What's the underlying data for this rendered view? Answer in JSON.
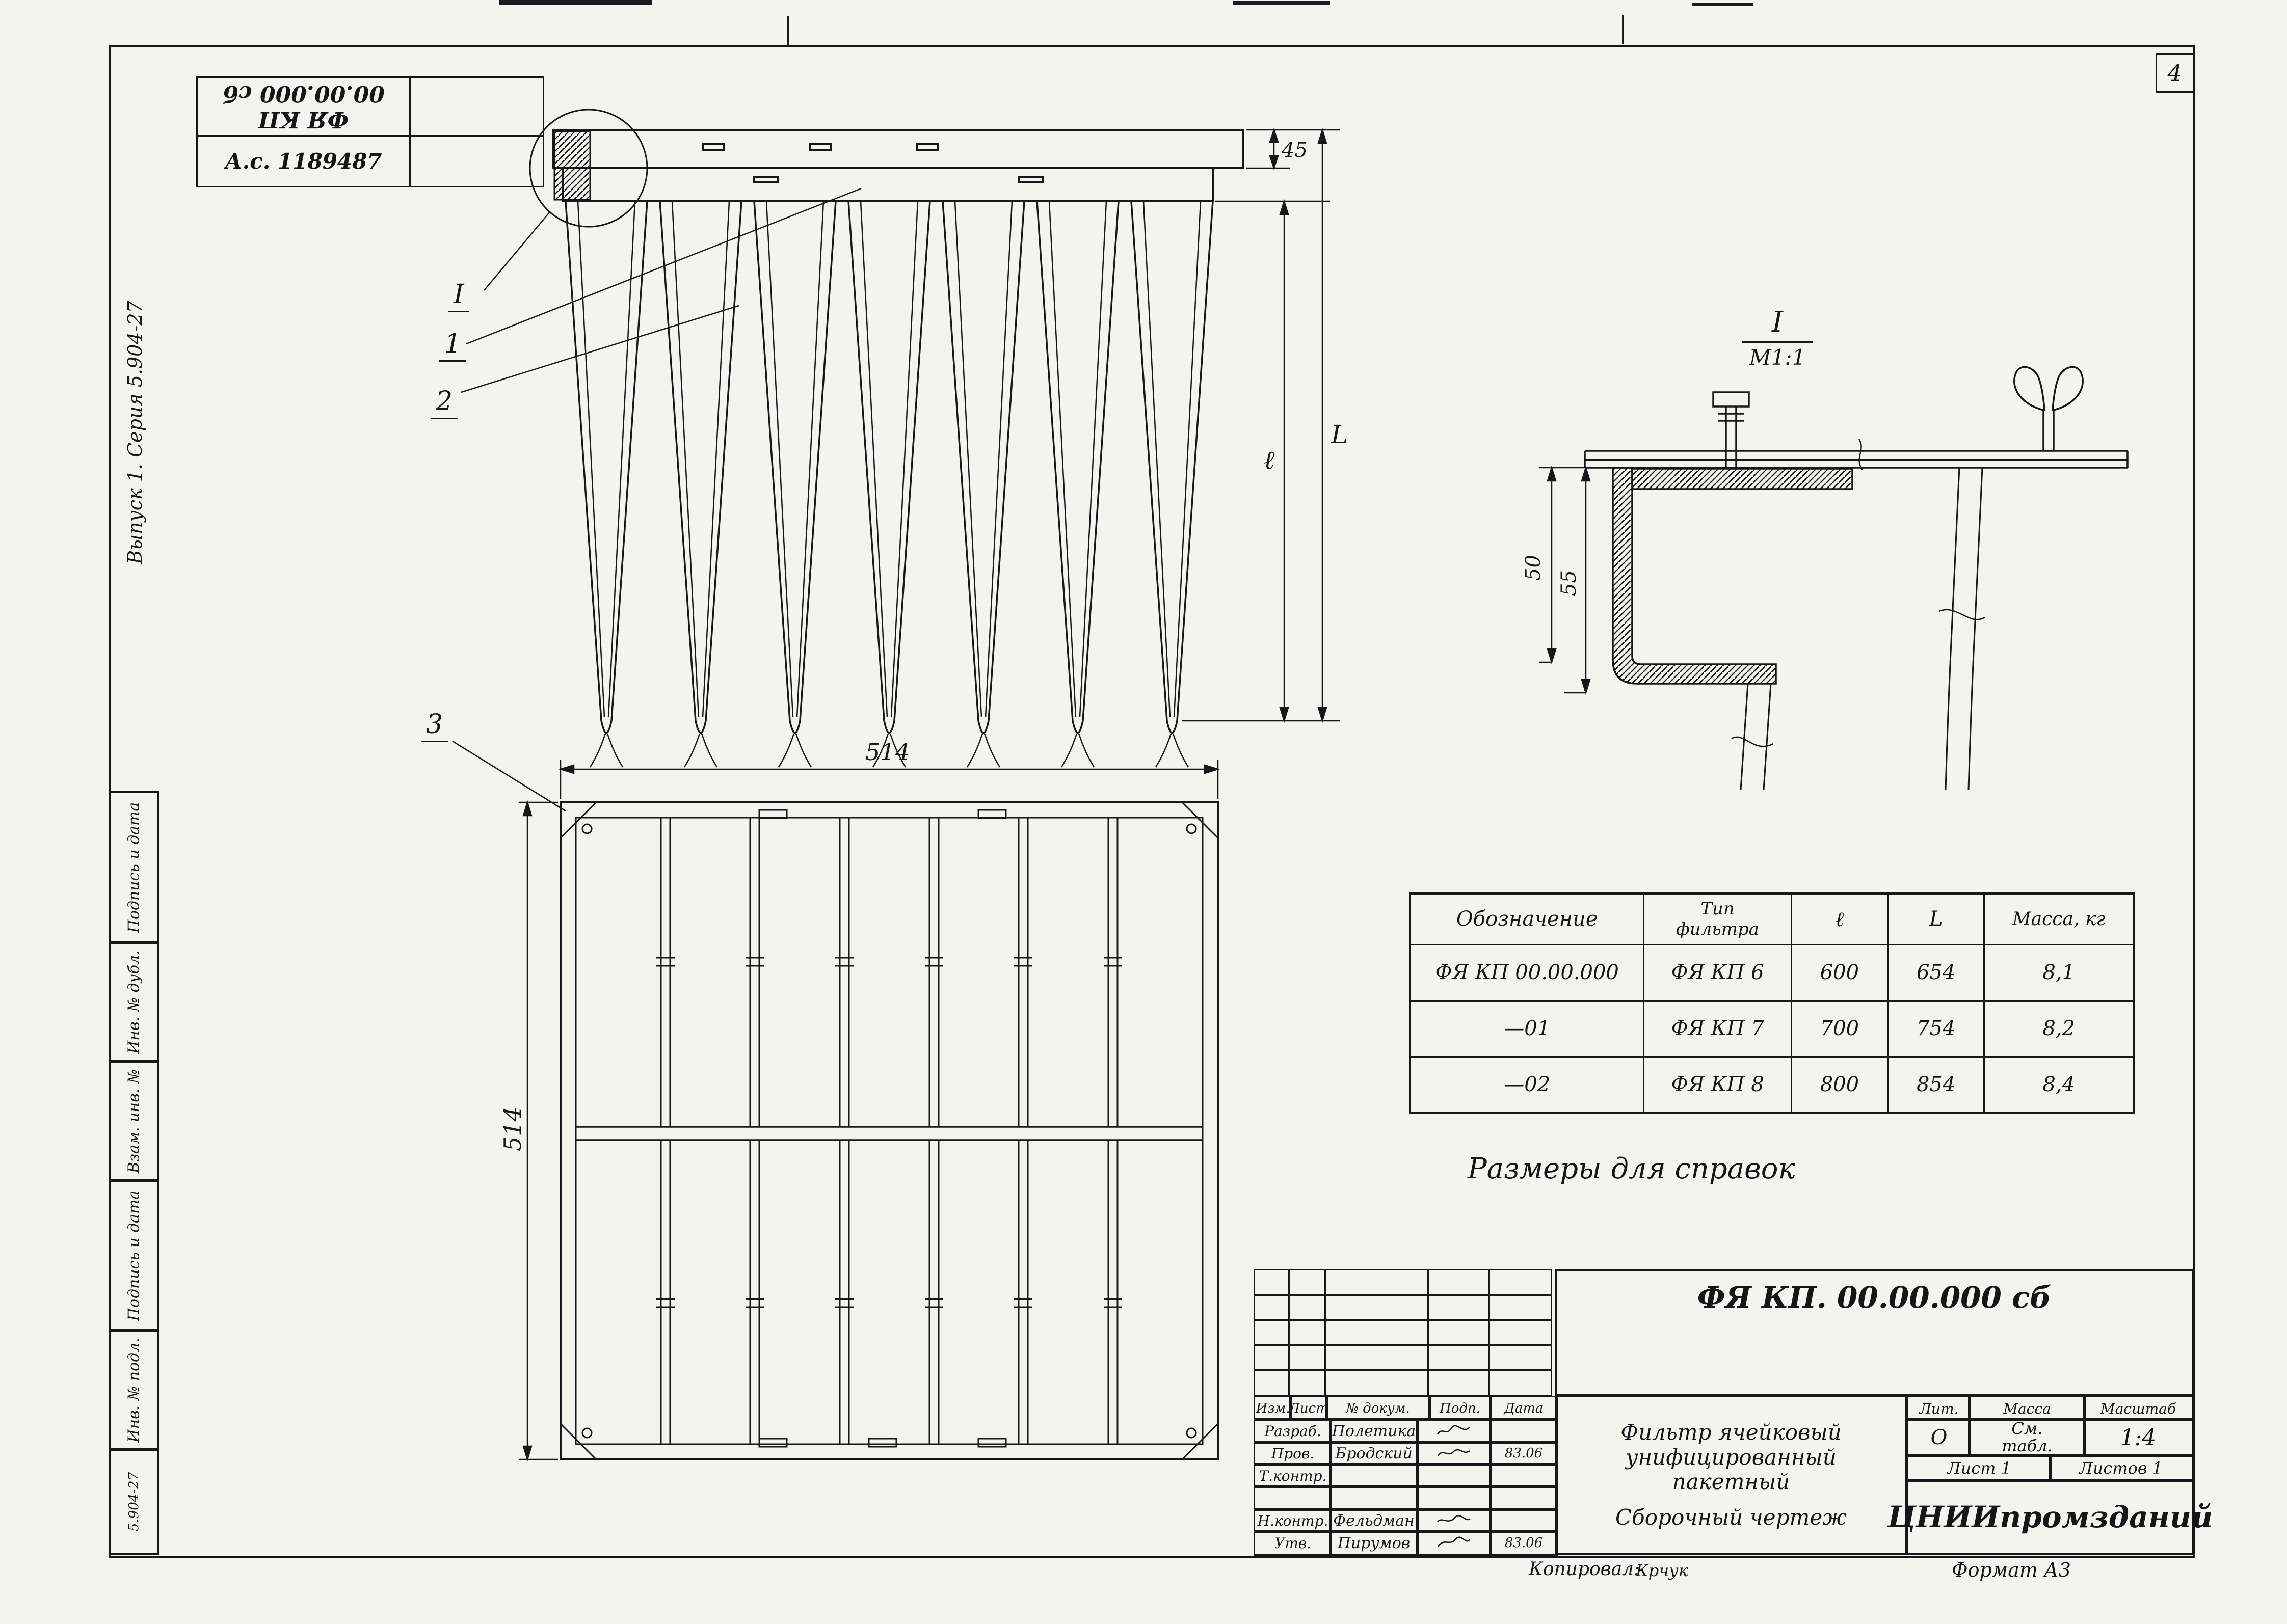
{
  "page": {
    "sheet_corner_number": "4",
    "copied_label": "Копировал:",
    "copied_name": "Крчук",
    "format_label": "Формат А3"
  },
  "margins": {
    "series_note": "Выпуск 1. Серия 5.904-27",
    "left_stamp_cells": [
      "Подпись и дата",
      "Инв. № дубл.",
      "Взам. инв. №",
      "Подпись и дата",
      "Инв. № подл."
    ],
    "left_stamp_note": "5.904-27"
  },
  "corner_stamp": {
    "doc_code_rotated": "ФЯ КП 00.00.000 сб",
    "patent": "А.с. 1189487"
  },
  "elevation_view": {
    "detail_mark": "I",
    "item_1": "1",
    "item_2": "2",
    "dim_top": "45",
    "dim_l_small": "ℓ",
    "dim_l_big": "L"
  },
  "plan_view": {
    "item_3": "3",
    "dim_width": "514",
    "dim_height": "514"
  },
  "detail_view": {
    "title": "I",
    "scale": "М1:1",
    "dim_50": "50",
    "dim_55": "55"
  },
  "spec_table": {
    "col_designation": "Обозначение",
    "col_type_line1": "Тип",
    "col_type_line2": "фильтра",
    "col_l_small": "ℓ",
    "col_l_big": "L",
    "col_mass": "Масса, кг",
    "rows": [
      {
        "designation": "ФЯ КП 00.00.000",
        "type": "ФЯ КП 6",
        "l": "600",
        "L": "654",
        "mass": "8,1"
      },
      {
        "designation": "—01",
        "type": "ФЯ КП 7",
        "l": "700",
        "L": "754",
        "mass": "8,2"
      },
      {
        "designation": "—02",
        "type": "ФЯ КП 8",
        "l": "800",
        "L": "854",
        "mass": "8,4"
      }
    ]
  },
  "note": "Размеры для справок",
  "title_block": {
    "doc_number": "ФЯ КП. 00.00.000 сб",
    "header_cols": [
      "Изм.",
      "Лист",
      "№ докум.",
      "Подп.",
      "Дата"
    ],
    "staff": [
      {
        "role": "Разраб.",
        "name": "Полетика",
        "date": ""
      },
      {
        "role": "Пров.",
        "name": "Бродский",
        "date": "83.06"
      },
      {
        "role": "Т.контр.",
        "name": "",
        "date": ""
      },
      {
        "role": "",
        "name": "",
        "date": ""
      },
      {
        "role": "Н.контр.",
        "name": "Фельдман",
        "date": ""
      },
      {
        "role": "Утв.",
        "name": "Пирумов",
        "date": "83.06"
      }
    ],
    "title_line1": "Фильтр ячейковый",
    "title_line2": "унифицированный",
    "title_line3": "пакетный",
    "title_line4": "Сборочный чертеж",
    "lit_label": "Лит.",
    "mass_label": "Масса",
    "scale_label": "Масштаб",
    "lit_value": "О",
    "mass_value_line1": "См.",
    "mass_value_line2": "табл.",
    "scale_value": "1:4",
    "sheet_label": "Лист 1",
    "sheets_label": "Листов 1",
    "organization": "ЦНИИпромзданий"
  }
}
